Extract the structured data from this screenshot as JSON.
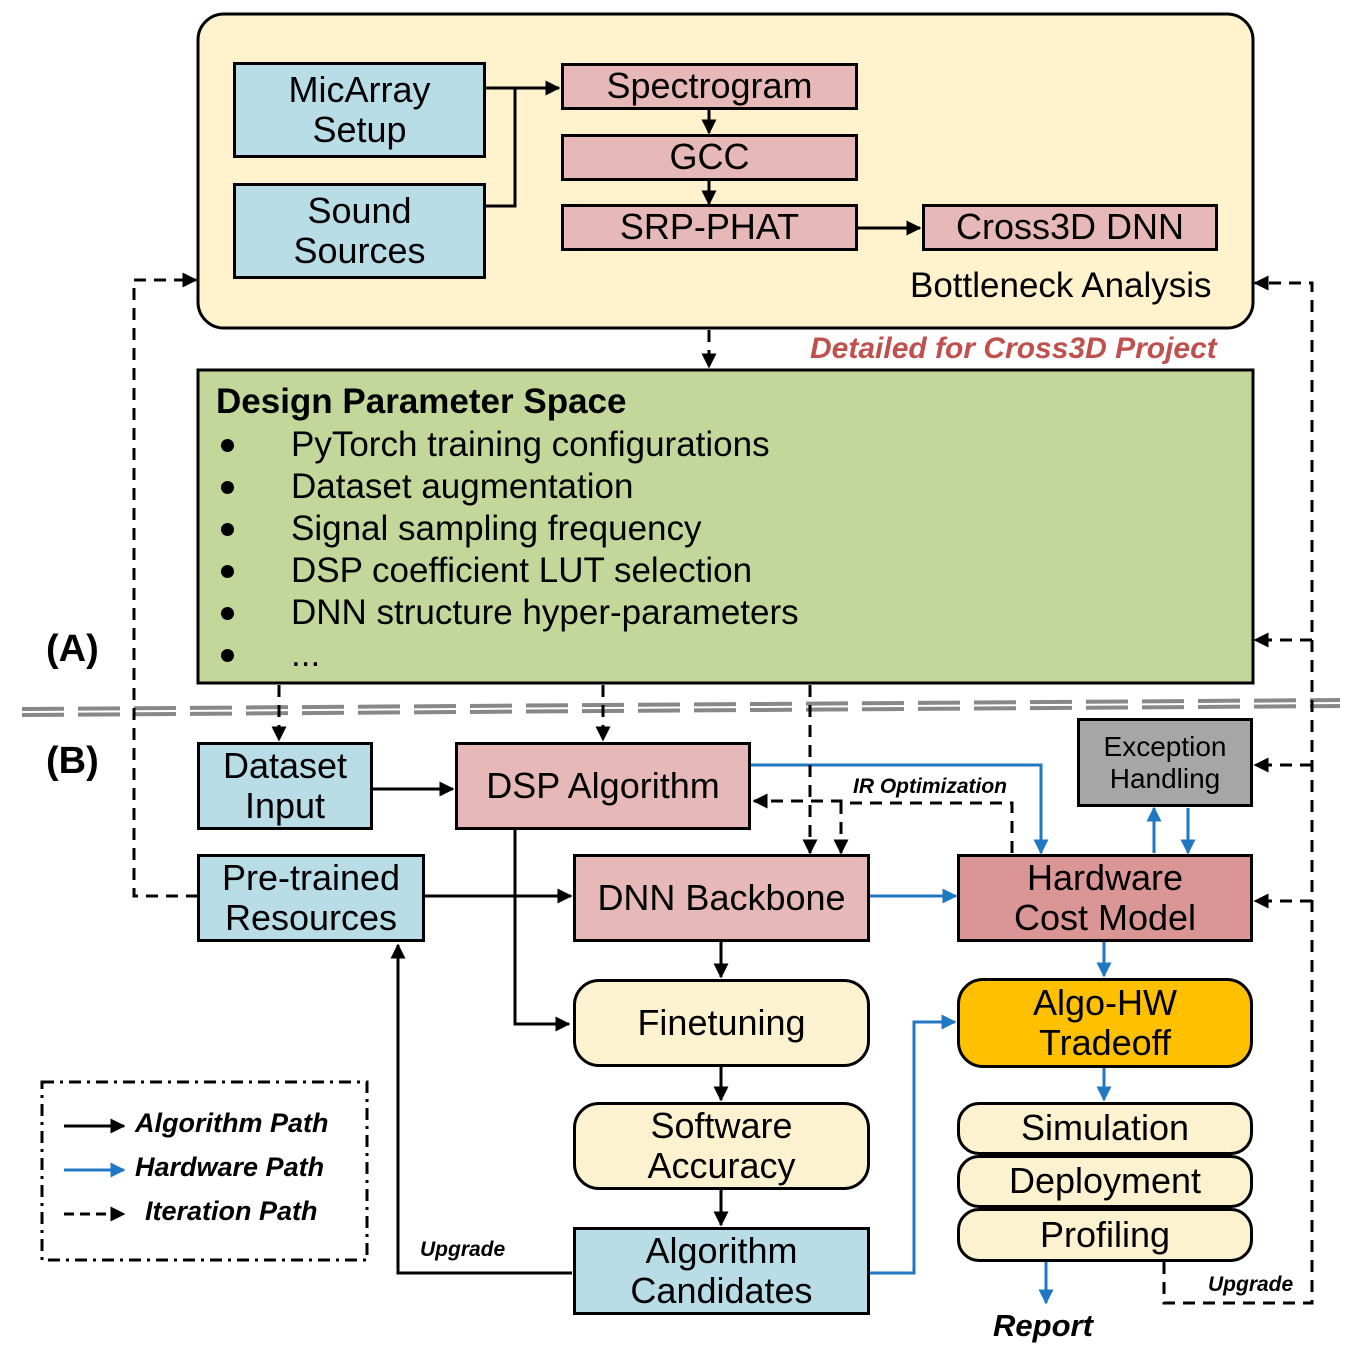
{
  "top": {
    "mic_array": "MicArray\nSetup",
    "sound_sources": "Sound\nSources",
    "spectrogram": "Spectrogram",
    "gcc": "GCC",
    "srp_phat": "SRP-PHAT",
    "cross3d_dnn": "Cross3D DNN",
    "bottleneck": "Bottleneck Analysis",
    "detailed_note": "Detailed for Cross3D Project"
  },
  "design_space": {
    "title": "Design Parameter Space",
    "items": [
      "PyTorch training configurations",
      "Dataset augmentation",
      "Signal sampling frequency",
      "DSP coefficient LUT selection",
      "DNN structure hyper-parameters",
      "..."
    ]
  },
  "sections": {
    "a": "(A)",
    "b": "(B)"
  },
  "flow": {
    "dataset_input": "Dataset\nInput",
    "dsp_algorithm": "DSP Algorithm",
    "exception_handling": "Exception\nHandling",
    "ir_optimization": "IR Optimization",
    "pretrained": "Pre-trained\nResources",
    "dnn_backbone": "DNN Backbone",
    "hw_cost_model": "Hardware\nCost Model",
    "finetuning": "Finetuning",
    "algo_hw_tradeoff": "Algo-HW\nTradeoff",
    "software_accuracy": "Software\nAccuracy",
    "simulation": "Simulation",
    "deployment": "Deployment",
    "profiling": "Profiling",
    "algorithm_candidates": "Algorithm\nCandidates",
    "upgrade_left": "Upgrade",
    "upgrade_right": "Upgrade",
    "report": "Report"
  },
  "legend": {
    "algorithm": "Algorithm Path",
    "hardware": "Hardware Path",
    "iteration": "Iteration Path"
  },
  "colors": {
    "algorithm_path": "#000000",
    "hardware_path": "#1f78c1",
    "blue_box": "#b8dde6",
    "pink_box": "#e6b8b7",
    "cost_model": "#d99694",
    "cream_box": "#fdf2cf",
    "tradeoff": "#ffc000",
    "design_space": "#c4d79b",
    "top_panel": "#fff2cc",
    "note_red": "#c0504d"
  }
}
